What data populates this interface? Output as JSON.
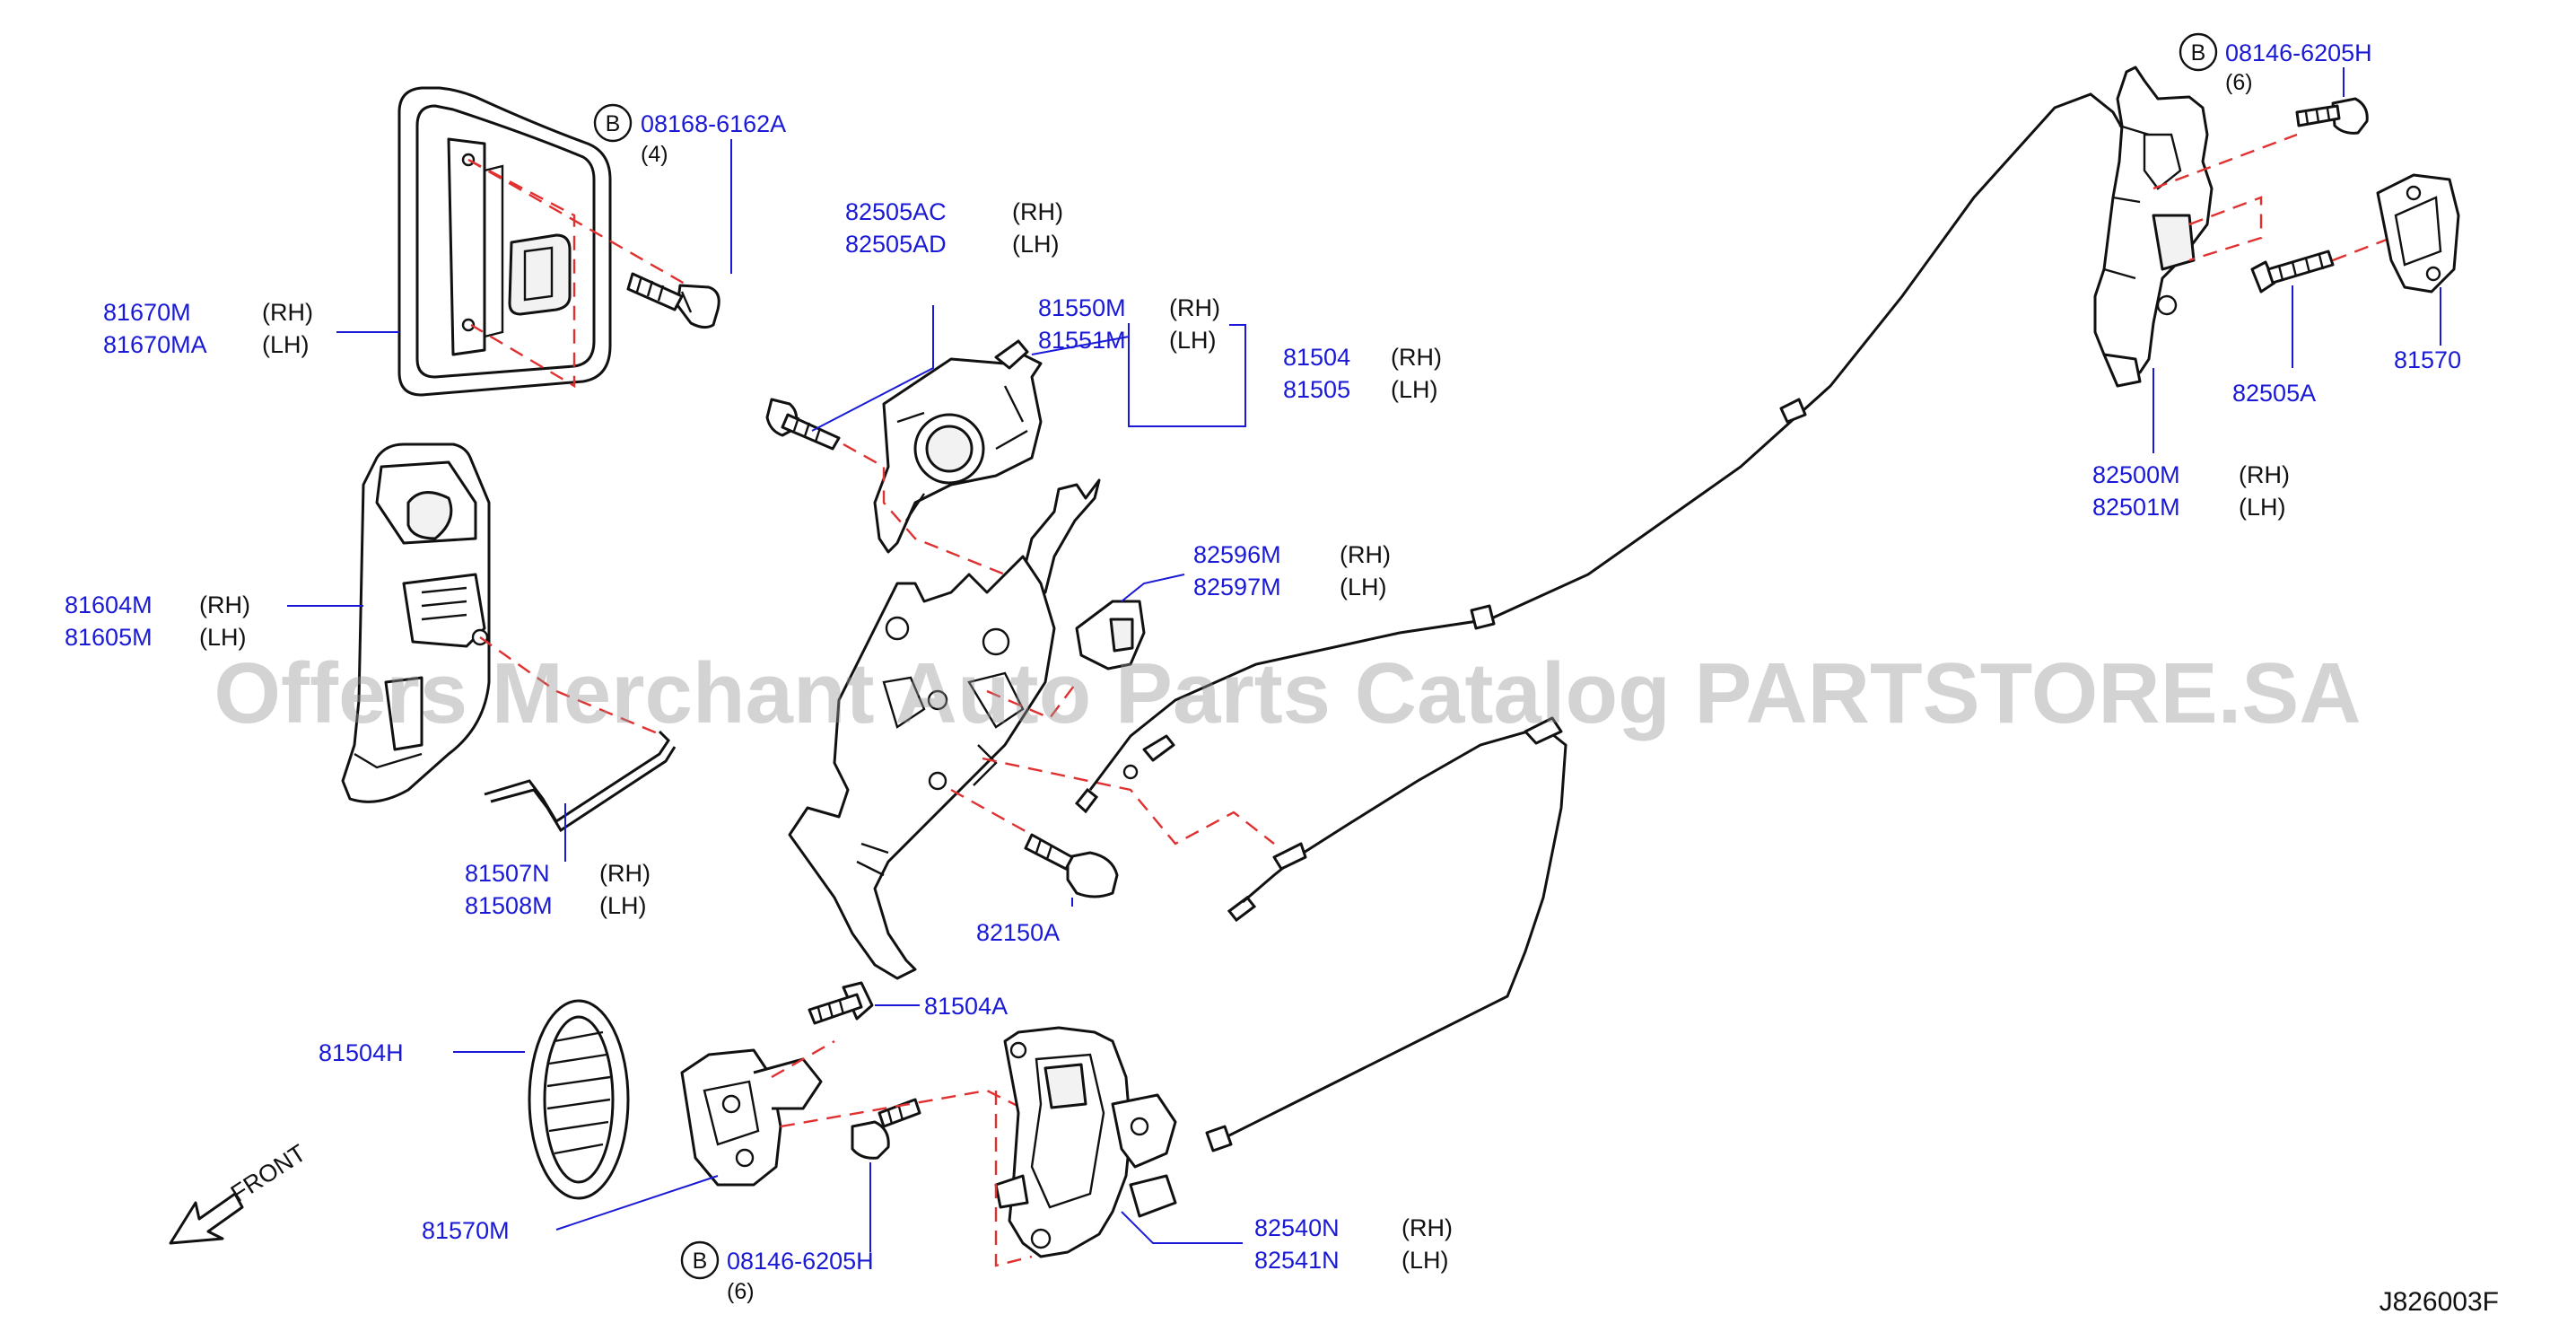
{
  "diagram_ref": "J826003F",
  "watermark": "Offers Merchant Auto Parts Catalog PARTSTORE.SA",
  "front_label": "FRONT",
  "parts": {
    "p81670": {
      "numbers": [
        "81670M",
        "81670MA"
      ],
      "sides": [
        "(RH)",
        "(LH)"
      ]
    },
    "p81604": {
      "numbers": [
        "81604M",
        "81605M"
      ],
      "sides": [
        "(RH)",
        "(LH)"
      ]
    },
    "p81507": {
      "numbers": [
        "81507N",
        "81508M"
      ],
      "sides": [
        "(RH)",
        "(LH)"
      ]
    },
    "p82505": {
      "numbers": [
        "82505AC",
        "82505AD"
      ],
      "sides": [
        "(RH)",
        "(LH)"
      ]
    },
    "p81550": {
      "numbers": [
        "81550M",
        "81551M"
      ],
      "sides": [
        "(RH)",
        "(LH)"
      ]
    },
    "p81504": {
      "numbers": [
        "81504",
        "81505"
      ],
      "sides": [
        "(RH)",
        "(LH)"
      ]
    },
    "p82596": {
      "numbers": [
        "82596M",
        "82597M"
      ],
      "sides": [
        "(RH)",
        "(LH)"
      ]
    },
    "p82150A": {
      "number": "82150A"
    },
    "p81504A": {
      "number": "81504A"
    },
    "p81504H": {
      "number": "81504H"
    },
    "p81570M": {
      "number": "81570M"
    },
    "p82540": {
      "numbers": [
        "82540N",
        "82541N"
      ],
      "sides": [
        "(RH)",
        "(LH)"
      ]
    },
    "p82500": {
      "numbers": [
        "82500M",
        "82501M"
      ],
      "sides": [
        "(RH)",
        "(LH)"
      ]
    },
    "p82505A": {
      "number": "82505A"
    },
    "p81570": {
      "number": "81570"
    }
  },
  "bolts": {
    "b1": {
      "badge": "B",
      "number": "08168-6162A",
      "qty": "(4)"
    },
    "b2": {
      "badge": "B",
      "number": "08146-6205H",
      "qty": "(6)"
    },
    "b3": {
      "badge": "B",
      "number": "08146-6205H",
      "qty": "(6)"
    }
  }
}
